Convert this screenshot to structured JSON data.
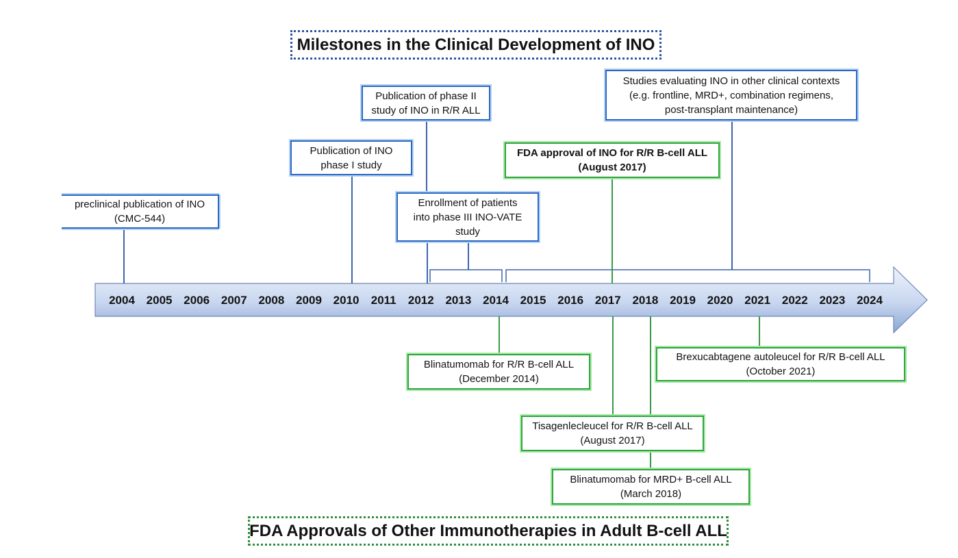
{
  "headings": {
    "top": "Milestones in the Clinical Development of INO",
    "bottom": "FDA Approvals of Other Immunotherapies in Adult B-cell ALL"
  },
  "timeline": {
    "years": [
      "2004",
      "2005",
      "2006",
      "2007",
      "2008",
      "2009",
      "2010",
      "2011",
      "2012",
      "2013",
      "2014",
      "2015",
      "2016",
      "2017",
      "2018",
      "2019",
      "2020",
      "2021",
      "2022",
      "2023",
      "2024"
    ]
  },
  "ino_milestones": [
    {
      "lines": [
        "preclinical publication of INO",
        "(CMC-544)"
      ],
      "year": "2004"
    },
    {
      "lines": [
        "Publication of INO",
        "phase I study"
      ],
      "year": "2010"
    },
    {
      "lines": [
        "Publication of phase II",
        "study of INO in R/R ALL"
      ],
      "year": "2012"
    },
    {
      "lines": [
        "Enrollment of patients",
        "into phase III INO-VATE",
        "study"
      ],
      "years": "2012–2014"
    },
    {
      "lines": [
        "FDA approval of INO for R/R B-cell ALL",
        "(August 2017)"
      ],
      "year": "2017"
    },
    {
      "lines": [
        "Studies evaluating INO in other clinical contexts",
        "(e.g. frontline, MRD+, combination regimens,",
        "post-transplant maintenance)"
      ],
      "years": "2014–2024"
    }
  ],
  "other_approvals": [
    {
      "lines": [
        "Blinatumomab for R/R B-cell ALL",
        "(December 2014)"
      ],
      "year": "2014"
    },
    {
      "lines": [
        "Brexucabtagene autoleucel for R/R B-cell ALL",
        "(October 2021)"
      ],
      "year": "2021"
    },
    {
      "lines": [
        "Tisagenlecleucel for R/R B-cell ALL",
        "(August 2017)"
      ],
      "year": "2017"
    },
    {
      "lines": [
        "Blinatumomab for MRD+ B-cell ALL",
        "(March 2018)"
      ],
      "year": "2018"
    }
  ],
  "colors": {
    "ino_border": "#2a66c2",
    "other_border": "#2fa33c",
    "arrow_light": "#dbe5f5",
    "arrow_dark": "#8aa5d5"
  }
}
